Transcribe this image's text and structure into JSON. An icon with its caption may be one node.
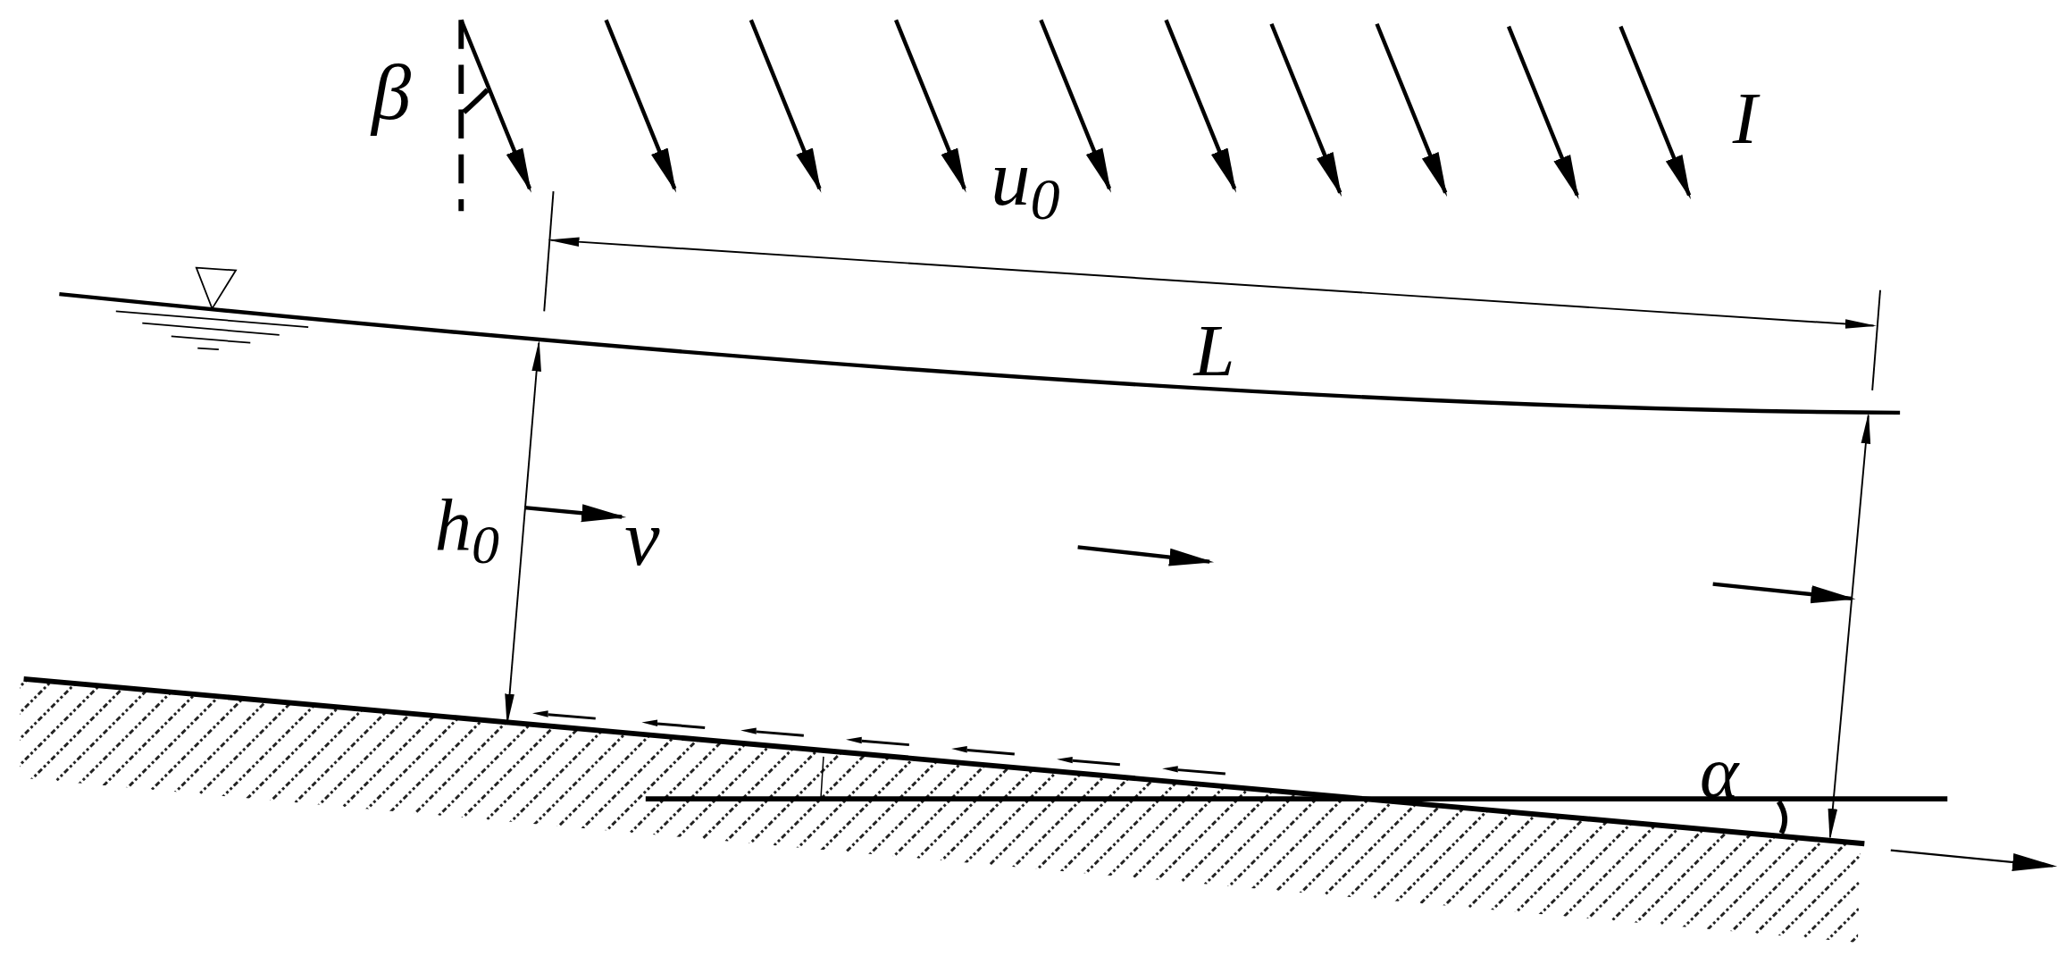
{
  "diagram": {
    "labels": [
      "β",
      "u$_{0}$",
      "I",
      "L",
      "h$_{0}$",
      "v",
      "α"
    ]
  }
}
